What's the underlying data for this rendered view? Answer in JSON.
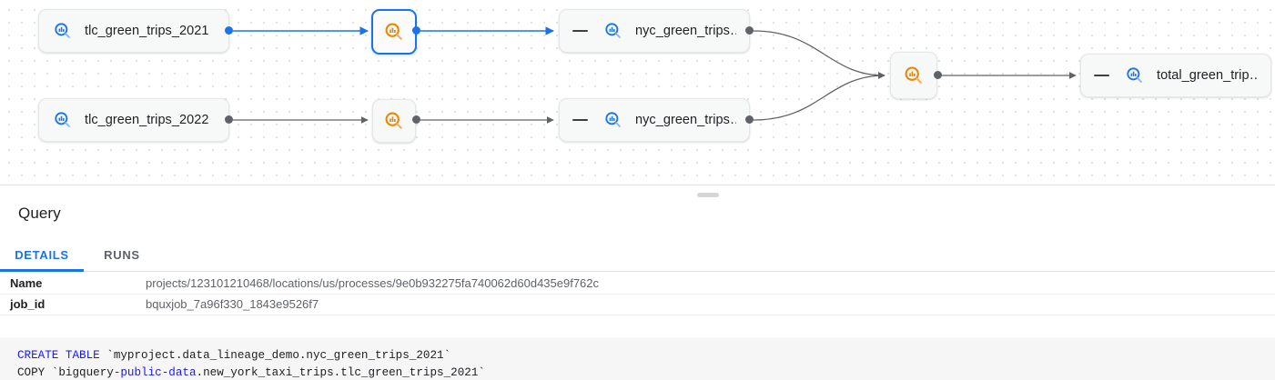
{
  "graph": {
    "nodes": [
      {
        "id": "tlc_2021",
        "label": "tlc_green_trips_2021",
        "icon": "bigquery-table-icon",
        "icon_color": "#1a73e8",
        "kind": "table",
        "selected": false,
        "collapsible": false
      },
      {
        "id": "tlc_2022",
        "label": "tlc_green_trips_2022",
        "icon": "bigquery-table-icon",
        "icon_color": "#1a73e8",
        "kind": "table",
        "selected": false,
        "collapsible": false
      },
      {
        "id": "proc_2021",
        "label": "",
        "icon": "bigquery-process-icon",
        "icon_color": "#ea8600",
        "kind": "process",
        "selected": true,
        "collapsible": false
      },
      {
        "id": "proc_2022",
        "label": "",
        "icon": "bigquery-process-icon",
        "icon_color": "#ea8600",
        "kind": "process",
        "selected": false,
        "collapsible": false
      },
      {
        "id": "nyc_2021",
        "label": "nyc_green_trips…",
        "icon": "bigquery-table-icon",
        "icon_color": "#1a73e8",
        "kind": "table",
        "selected": false,
        "collapsible": true
      },
      {
        "id": "nyc_2022",
        "label": "nyc_green_trips…",
        "icon": "bigquery-table-icon",
        "icon_color": "#1a73e8",
        "kind": "table",
        "selected": false,
        "collapsible": true
      },
      {
        "id": "proc_merge",
        "label": "",
        "icon": "bigquery-process-icon",
        "icon_color": "#ea8600",
        "kind": "process",
        "selected": false,
        "collapsible": false
      },
      {
        "id": "total",
        "label": "total_green_trip…",
        "icon": "bigquery-table-icon",
        "icon_color": "#1a73e8",
        "kind": "table",
        "selected": false,
        "collapsible": true
      }
    ],
    "edge_colors": {
      "active": "#1a73e8",
      "inactive": "#5f6368"
    },
    "grid_dot_color": "#e2e2e2"
  },
  "panel": {
    "title": "Query",
    "tabs": [
      {
        "id": "details",
        "label": "DETAILS",
        "active": true
      },
      {
        "id": "runs",
        "label": "RUNS",
        "active": false
      }
    ],
    "properties": [
      {
        "key": "Name",
        "value": "projects/123101210468/locations/us/processes/9e0b932275fa740062d60d435e9f762c"
      },
      {
        "key": "job_id",
        "value": "bquxjob_7a96f330_1843e9526f7"
      }
    ],
    "code": {
      "lines": [
        [
          {
            "t": "CREATE TABLE",
            "kw": true
          },
          {
            "t": " `myproject.data_lineage_demo.nyc_green_trips_2021`",
            "kw": false
          }
        ],
        [
          {
            "t": "COPY `bigquery",
            "kw": false
          },
          {
            "t": "-public-data",
            "kw": true
          },
          {
            "t": ".new_york_taxi_trips.tlc_green_trips_2021`",
            "kw": false
          }
        ]
      ]
    },
    "accent_color": "#1a73e8"
  }
}
